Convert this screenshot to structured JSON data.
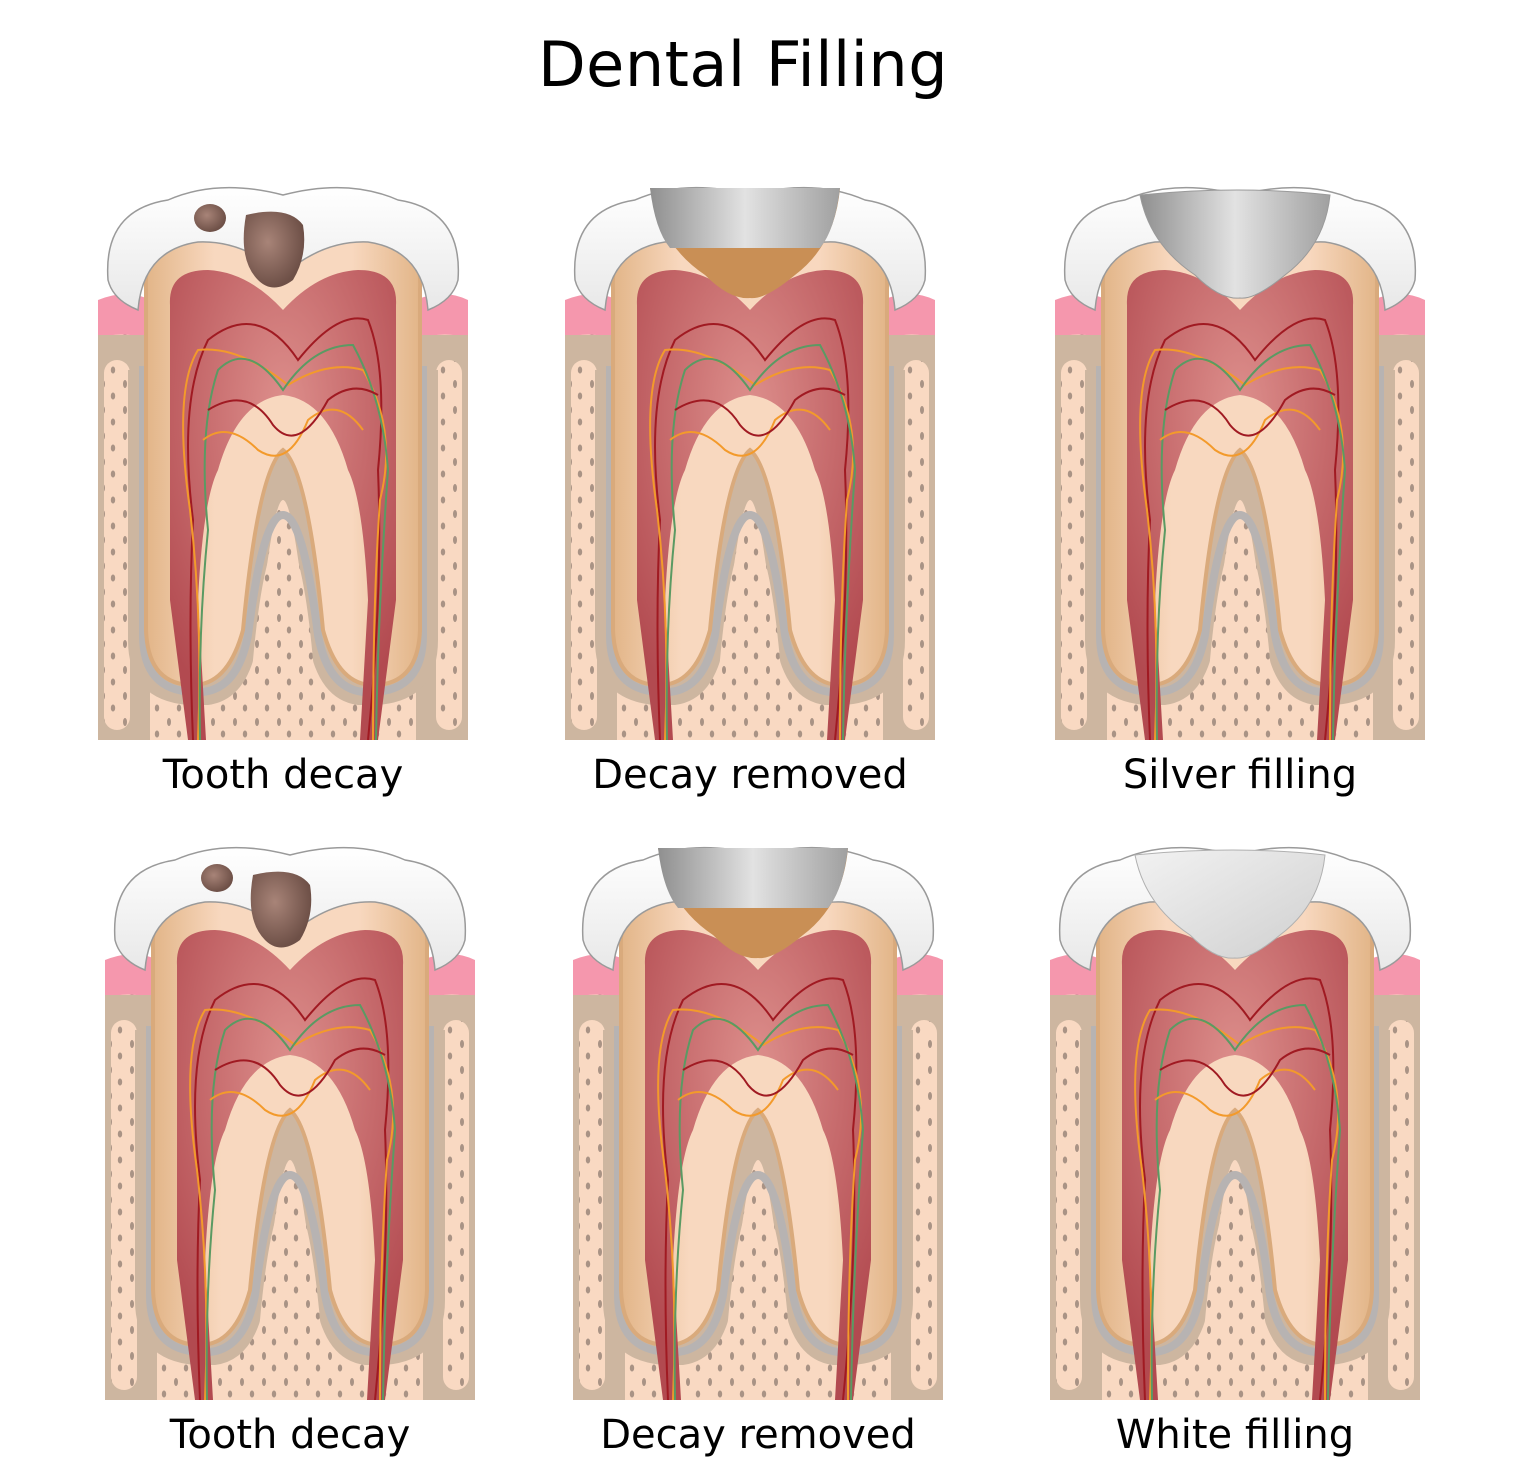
{
  "title": "Dental Filling",
  "colors": {
    "enamel": "#f3f3f3",
    "enamel_outline": "#9a9a9a",
    "dentin": "#f6d2b6",
    "dentin_edge": "#d9aa7c",
    "pulp": "#b9545a",
    "pulp_light": "#d98787",
    "gum": "#f597ad",
    "bone": "#f9d9c2",
    "ligament": "#cdb6a0",
    "cementum_line": "#b7b3b2",
    "decay": "#8b6a5e",
    "silver_filling": "#bdbdbd",
    "white_filling": "#e4e4e4",
    "cavity_base": "#c98f55",
    "nerve_red": "#a01a22",
    "nerve_orange": "#f39a2b",
    "nerve_green": "#5a9a63"
  },
  "panels": [
    {
      "id": "top-left",
      "caption": "Tooth decay",
      "state": "decay"
    },
    {
      "id": "top-middle",
      "caption": "Decay removed",
      "state": "removed"
    },
    {
      "id": "top-right",
      "caption": "Silver filling",
      "state": "silver"
    },
    {
      "id": "bottom-left",
      "caption": "Tooth decay",
      "state": "decay"
    },
    {
      "id": "bottom-middle",
      "caption": "Decay removed",
      "state": "removed"
    },
    {
      "id": "bottom-right",
      "caption": "White filling",
      "state": "white"
    }
  ]
}
